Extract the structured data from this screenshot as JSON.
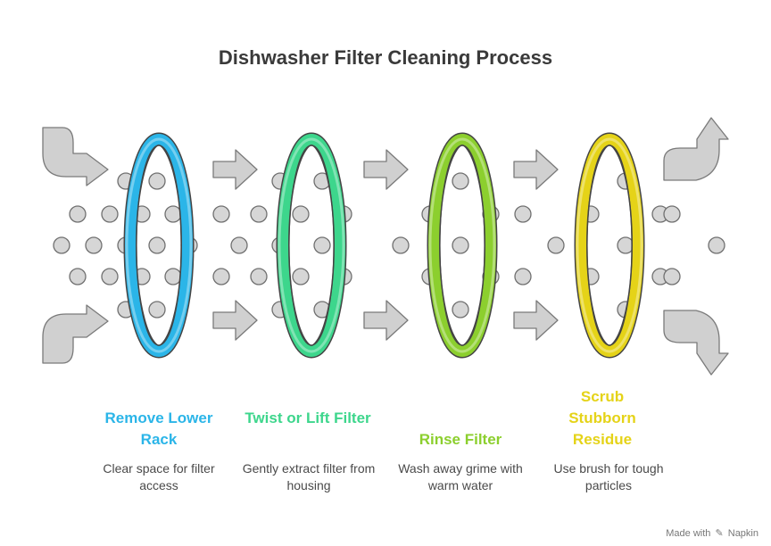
{
  "title": "Dishwasher Filter Cleaning Process",
  "steps": [
    {
      "title": "Remove Lower Rack",
      "description": "Clear space for filter access",
      "color": "#2BB5E8"
    },
    {
      "title": "Twist or Lift Filter",
      "description": "Gently extract filter from housing",
      "color": "#3DD68C"
    },
    {
      "title": "Rinse Filter",
      "description": "Wash away grime with warm water",
      "color": "#8CCF2E"
    },
    {
      "title": "Scrub Stubborn Residue",
      "description": "Use brush for tough particles",
      "color": "#E5D318"
    }
  ],
  "footer": {
    "made_with": "Made with",
    "brand": "Napkin",
    "icon": "napkin-pen-icon"
  },
  "colors": {
    "arrow_fill": "#D0D0D0",
    "arrow_stroke": "#7A7A7A",
    "dot_fill": "#D6D6D6",
    "dot_stroke": "#707070"
  }
}
